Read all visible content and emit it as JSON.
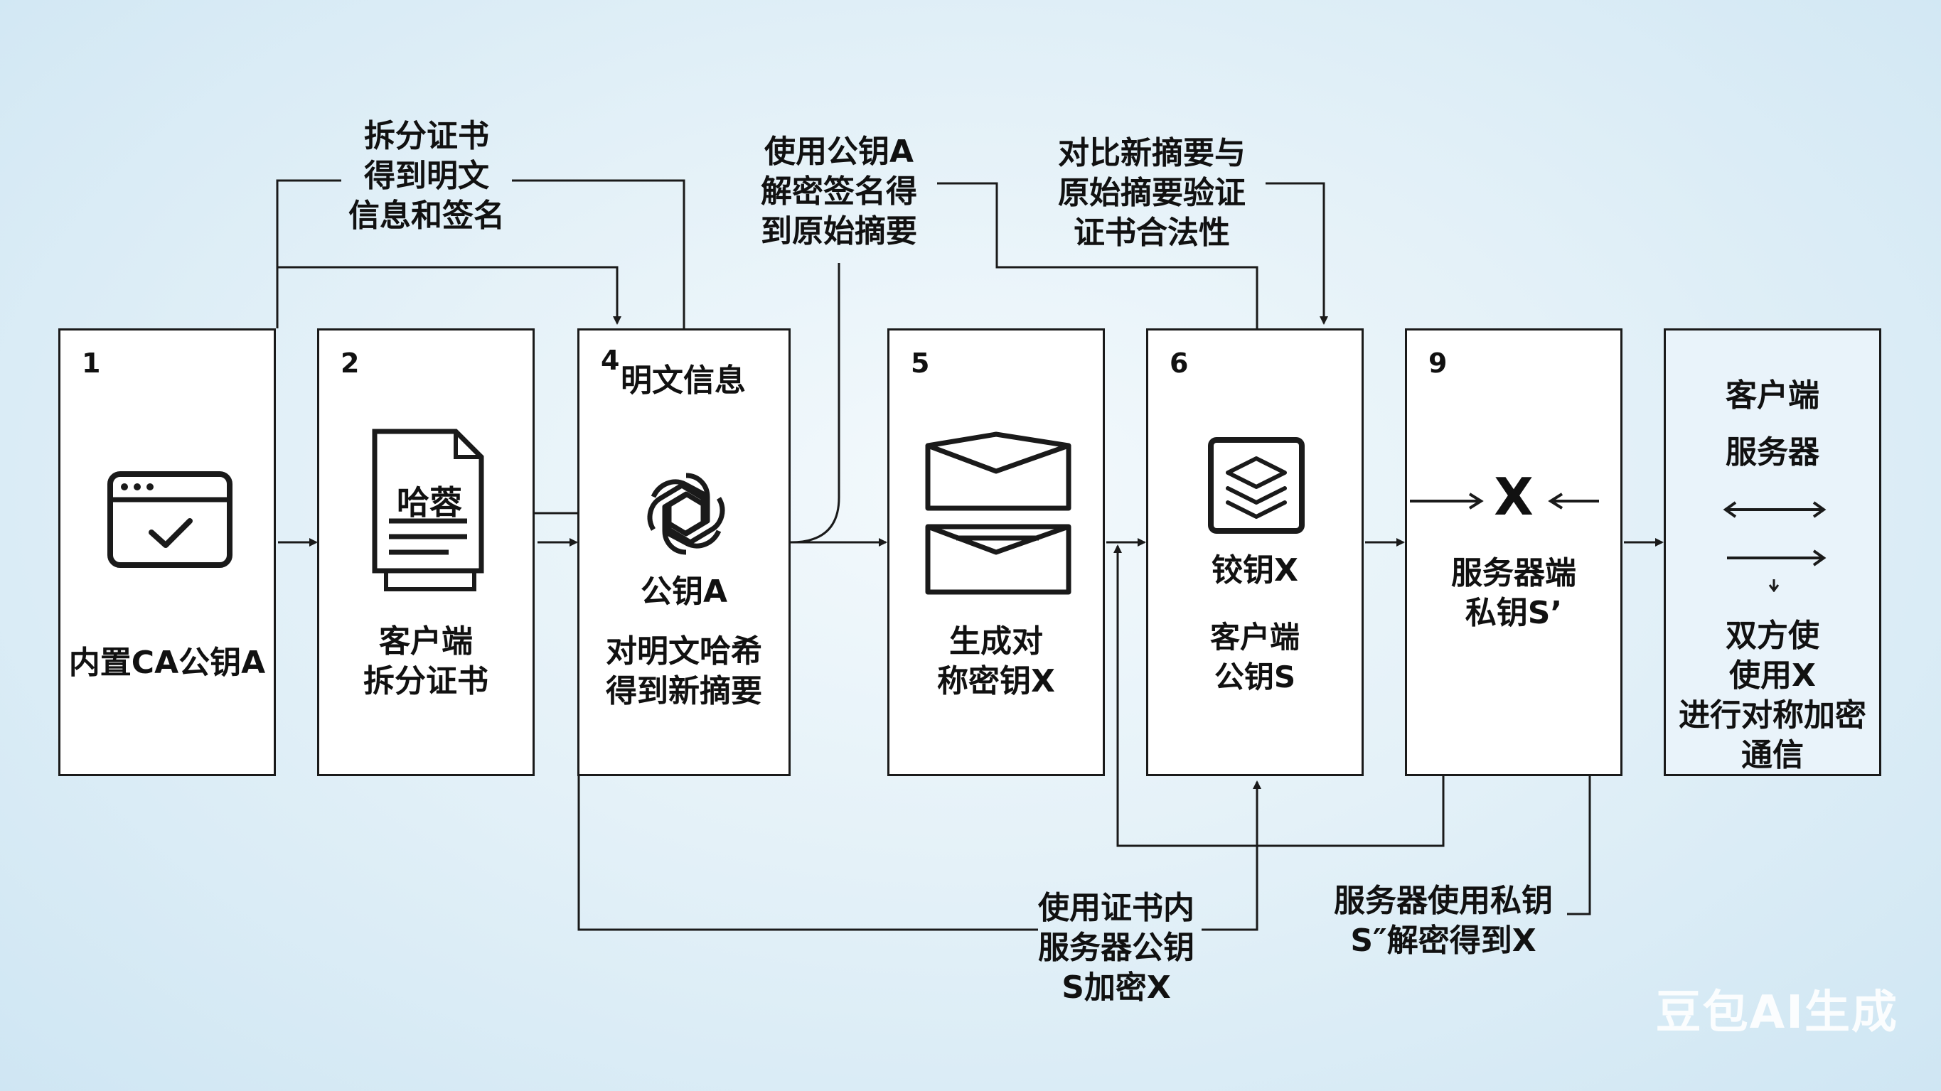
{
  "boxes": [
    {
      "id": "b1",
      "num": "1",
      "label": "内置CA公钥A"
    },
    {
      "id": "b2",
      "num": "2",
      "doc_text": "哈蓉",
      "label": "客户端\n拆分证书"
    },
    {
      "id": "b4",
      "num": "4",
      "title": "明文信息",
      "inner": "公钥A",
      "label": "对明文哈希\n得到新摘要"
    },
    {
      "id": "b5",
      "num": "5",
      "label": "生成对\n称密钥X"
    },
    {
      "id": "b6",
      "num": "6",
      "inner": "铰钥X",
      "label": "客户端\n公钥S"
    },
    {
      "id": "b9",
      "num": "9",
      "big": "X",
      "label": "服务器端\n私钥S’"
    },
    {
      "id": "b10",
      "title1": "客户端",
      "title2": "服务器",
      "label": "双方使\n使用X\n进行对称加密\n通信"
    }
  ],
  "annotations": {
    "split": "拆分证书\n得到明文\n信息和签名",
    "decrypt_sig": "使用公钥A\n解密签名得\n到原始摘要",
    "compare": "对比新摘要与\n原始摘要验证\n证书合法性",
    "encrypt_x": "使用证书内\n服务器公钥\nS加密X",
    "server_decrypt": "服务器使用私钥\nS″解密得到X"
  },
  "watermark": "豆包AI生成",
  "colors": {
    "line": "#1a1a1a",
    "box": "#ffffff",
    "bg": "#dcedf7"
  }
}
